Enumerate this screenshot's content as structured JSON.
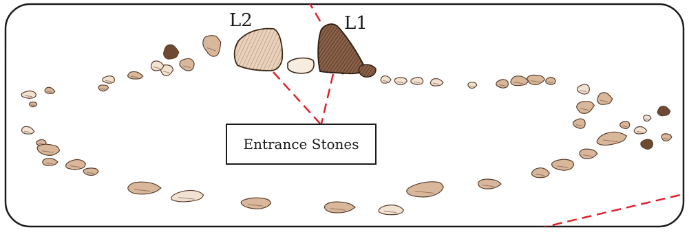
{
  "labels": {
    "l1": "L1",
    "l2": "L2",
    "entrance": "Entrance Stones"
  },
  "colors": {
    "frame": "#1a1a1a",
    "dashed_line": "#e0202a",
    "stone_outline": "#5a3e2b",
    "stone_fill_light": "#f1e2d2",
    "stone_fill_mid": "#d8b79b",
    "stone_fill_dark": "#6e4a35"
  }
}
